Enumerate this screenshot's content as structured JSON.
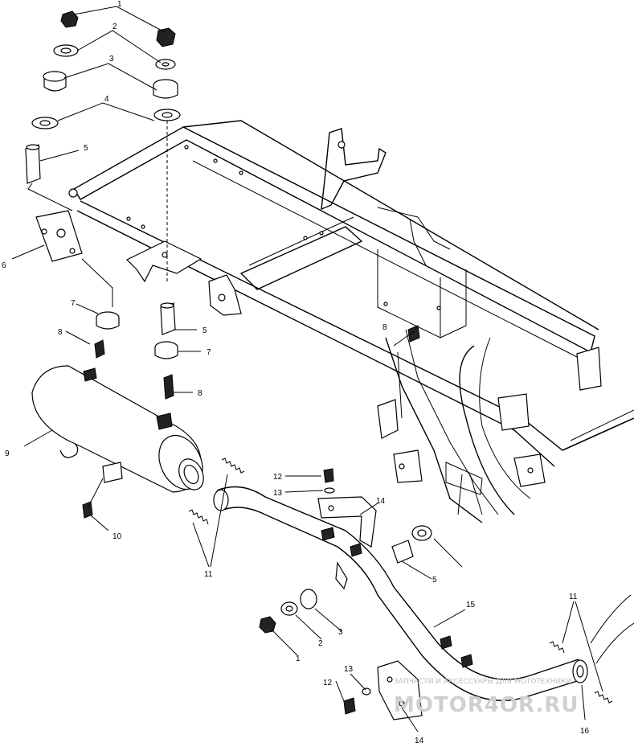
{
  "diagram": {
    "callouts": [
      {
        "id": "c1a",
        "text": "1"
      },
      {
        "id": "c2a",
        "text": "2"
      },
      {
        "id": "c3a",
        "text": "3"
      },
      {
        "id": "c4a",
        "text": "4"
      },
      {
        "id": "c5a",
        "text": "5"
      },
      {
        "id": "c6",
        "text": "6"
      },
      {
        "id": "c7a",
        "text": "7"
      },
      {
        "id": "c8a",
        "text": "8"
      },
      {
        "id": "c5b",
        "text": "5"
      },
      {
        "id": "c7b",
        "text": "7"
      },
      {
        "id": "c8b",
        "text": "8"
      },
      {
        "id": "c8c",
        "text": "8"
      },
      {
        "id": "c9",
        "text": "9"
      },
      {
        "id": "c10",
        "text": "10"
      },
      {
        "id": "c11",
        "text": "11"
      },
      {
        "id": "c12a",
        "text": "12"
      },
      {
        "id": "c13a",
        "text": "13"
      },
      {
        "id": "c14a",
        "text": "14"
      },
      {
        "id": "c5c",
        "text": "5"
      },
      {
        "id": "c15",
        "text": "15"
      },
      {
        "id": "c1b",
        "text": "1"
      },
      {
        "id": "c2b",
        "text": "2"
      },
      {
        "id": "c3b",
        "text": "3"
      },
      {
        "id": "c12b",
        "text": "12"
      },
      {
        "id": "c13b",
        "text": "13"
      },
      {
        "id": "c14b",
        "text": "14"
      },
      {
        "id": "c16",
        "text": "16"
      },
      {
        "id": "c11b",
        "text": "11"
      }
    ]
  },
  "watermark": {
    "tagline": "ЗАПЧАСТИ И АКСЕССУАРЫ ДЛЯ МОТОТЕХНИКИ",
    "brand": "MOTOR4OR.RU"
  }
}
